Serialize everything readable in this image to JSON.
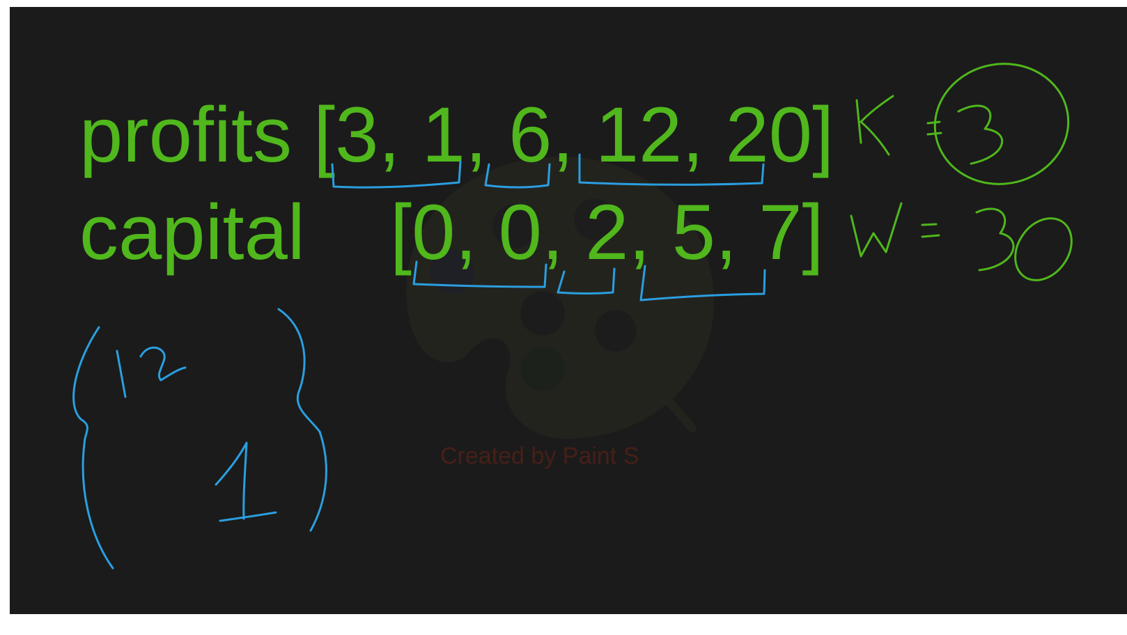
{
  "profits": {
    "label": "profits",
    "array_text": "[3, 1, 6, 12, 20]",
    "values": [
      3,
      1,
      6,
      12,
      20
    ]
  },
  "capital": {
    "label": "capital",
    "array_text": "[0, 0, 2, 5, 7]",
    "values": [
      0,
      0,
      2,
      5,
      7
    ]
  },
  "handwriting": {
    "k": "K = 3",
    "w": "W = 30",
    "brace_values": [
      "12",
      "1"
    ]
  },
  "watermark": {
    "caption": "Created by Paint S",
    "icon": "paint-palette-icon"
  },
  "colors": {
    "background": "#1b1b1b",
    "text_green": "#50b71c",
    "ink_blue": "#2a9fe0",
    "watermark_caption": "#5a2218"
  }
}
